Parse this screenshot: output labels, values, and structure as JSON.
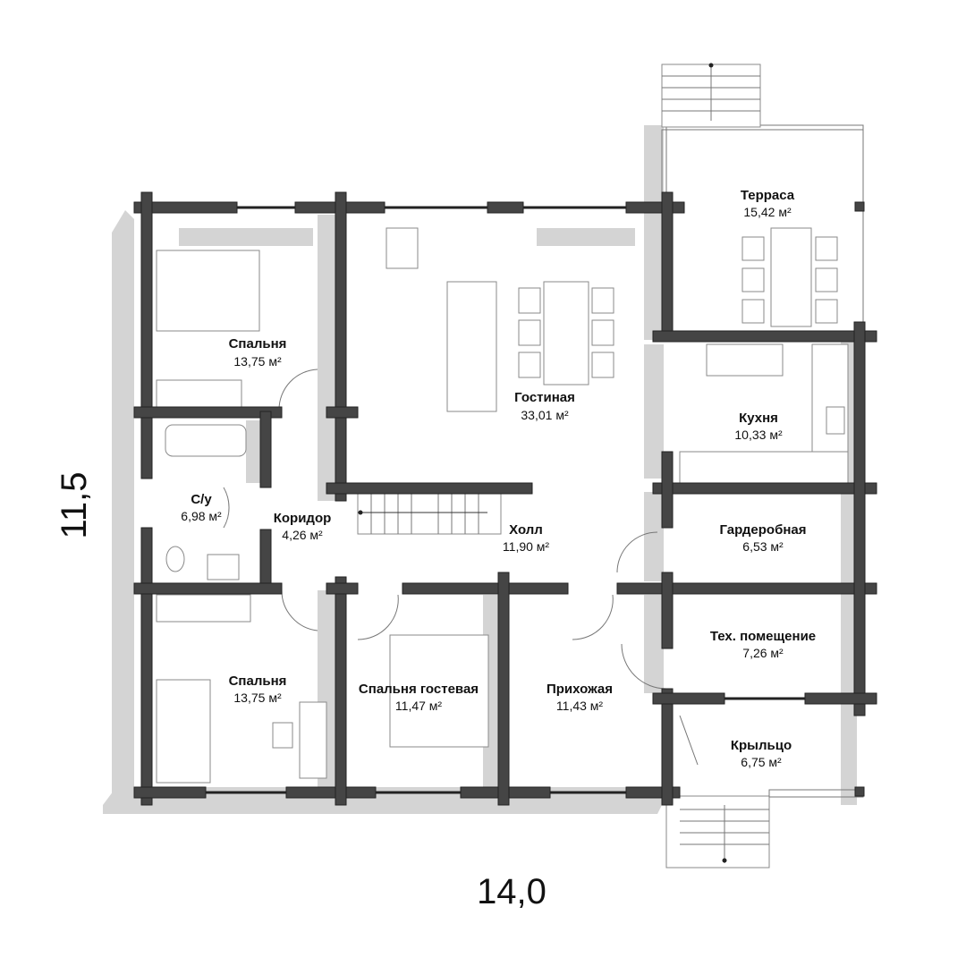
{
  "dimensions": {
    "width": "14,0",
    "height": "11,5"
  },
  "area_unit_suffix": "м²",
  "rooms": [
    {
      "name": "Терраса",
      "area": "15,42 м²"
    },
    {
      "name": "Спальня",
      "area": "13,75 м²"
    },
    {
      "name": "Гостиная",
      "area": "33,01 м²"
    },
    {
      "name": "Кухня",
      "area": "10,33 м²"
    },
    {
      "name": "С/у",
      "area": "6,98 м²"
    },
    {
      "name": "Коридор",
      "area": "4,26 м²"
    },
    {
      "name": "Холл",
      "area": "11,90 м²"
    },
    {
      "name": "Гардеробная",
      "area": "6,53 м²"
    },
    {
      "name": "Тех. помещение",
      "area": "7,26 м²"
    },
    {
      "name": "Спальня",
      "area": "13,75 м²"
    },
    {
      "name": "Спальня гостевая",
      "area": "11,47 м²"
    },
    {
      "name": "Прихожая",
      "area": "11,43 м²"
    },
    {
      "name": "Крыльцо",
      "area": "6,75 м²"
    }
  ],
  "colors": {
    "wall": "#454545",
    "shadow": "#d4d4d4"
  }
}
